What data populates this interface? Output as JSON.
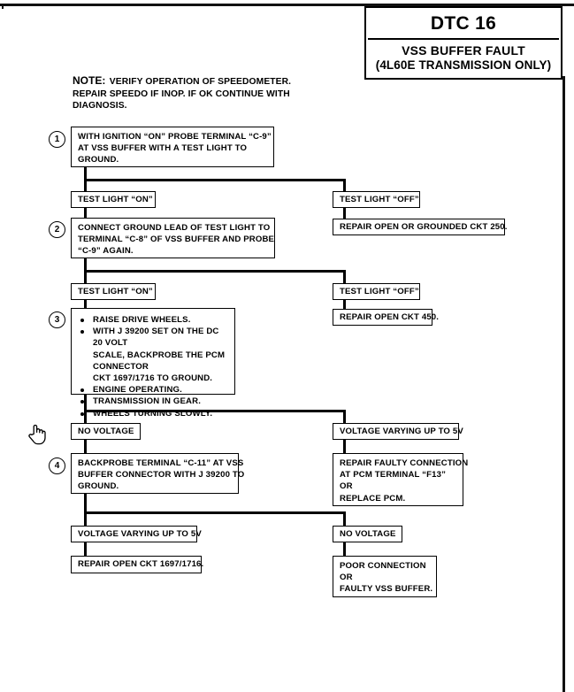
{
  "header": {
    "dtc": "DTC 16",
    "fault": "VSS BUFFER FAULT",
    "scope": "(4L60E TRANSMISSION ONLY)"
  },
  "note": {
    "label": "NOTE:",
    "line1": "VERIFY OPERATION OF SPEEDOMETER.",
    "line2": "REPAIR SPEEDO IF INOP.  IF OK CONTINUE WITH",
    "line3": "DIAGNOSIS."
  },
  "steps": {
    "one": {
      "number": "1",
      "line1": "WITH IGNITION “ON” PROBE TERMINAL “C-9”",
      "line2": "AT VSS BUFFER WITH A TEST LIGHT TO",
      "line3": "GROUND."
    },
    "two": {
      "number": "2",
      "line1": "CONNECT GROUND LEAD OF TEST LIGHT TO",
      "line2": "TERMINAL “C-8” OF VSS BUFFER AND PROBE",
      "line3": "“C-9” AGAIN."
    },
    "three": {
      "number": "3",
      "bullets": [
        {
          "line1": "RAISE DRIVE WHEELS.",
          "line2": "",
          "line3": ""
        },
        {
          "line1": "WITH J 39200 SET ON THE DC 20 VOLT",
          "line2": "SCALE, BACKPROBE THE PCM CONNECTOR",
          "line3": "CKT 1697/1716 TO GROUND."
        },
        {
          "line1": "ENGINE OPERATING.",
          "line2": "",
          "line3": ""
        },
        {
          "line1": "TRANSMISSION IN GEAR.",
          "line2": "",
          "line3": ""
        },
        {
          "line1": "WHEELS TURNING SLOWLY.",
          "line2": "",
          "line3": ""
        }
      ]
    },
    "four": {
      "number": "4",
      "line1": "BACKPROBE TERMINAL “C-11” AT VSS",
      "line2": "BUFFER CONNECTOR WITH J 39200 TO",
      "line3": "GROUND."
    }
  },
  "branches": {
    "test_light_on_1": "TEST LIGHT “ON”",
    "test_light_off_1": "TEST LIGHT “OFF”",
    "test_light_on_2": "TEST LIGHT “ON”",
    "test_light_off_2": "TEST LIGHT “OFF”",
    "no_voltage_1": "NO VOLTAGE",
    "voltage_varying_1": "VOLTAGE VARYING UP TO 5V",
    "voltage_varying_2": "VOLTAGE VARYING UP TO 5V",
    "no_voltage_2": "NO VOLTAGE"
  },
  "results": {
    "repair_250": "REPAIR OPEN OR GROUNDED CKT 250.",
    "repair_450": "REPAIR OPEN CKT 450.",
    "repair_pcm": {
      "line1": "REPAIR FAULTY CONNECTION",
      "line2": "AT PCM TERMINAL “F13”",
      "line3": "OR",
      "line4": "REPLACE PCM."
    },
    "repair_1697": "REPAIR OPEN CKT 1697/1716.",
    "poor_connection": {
      "line1": "POOR CONNECTION",
      "line2": "OR",
      "line3": "FAULTY VSS BUFFER."
    }
  },
  "colors": {
    "ink": "#000000",
    "paper": "#ffffff"
  },
  "cursor": {
    "icon": "hand-pointer-cursor"
  }
}
